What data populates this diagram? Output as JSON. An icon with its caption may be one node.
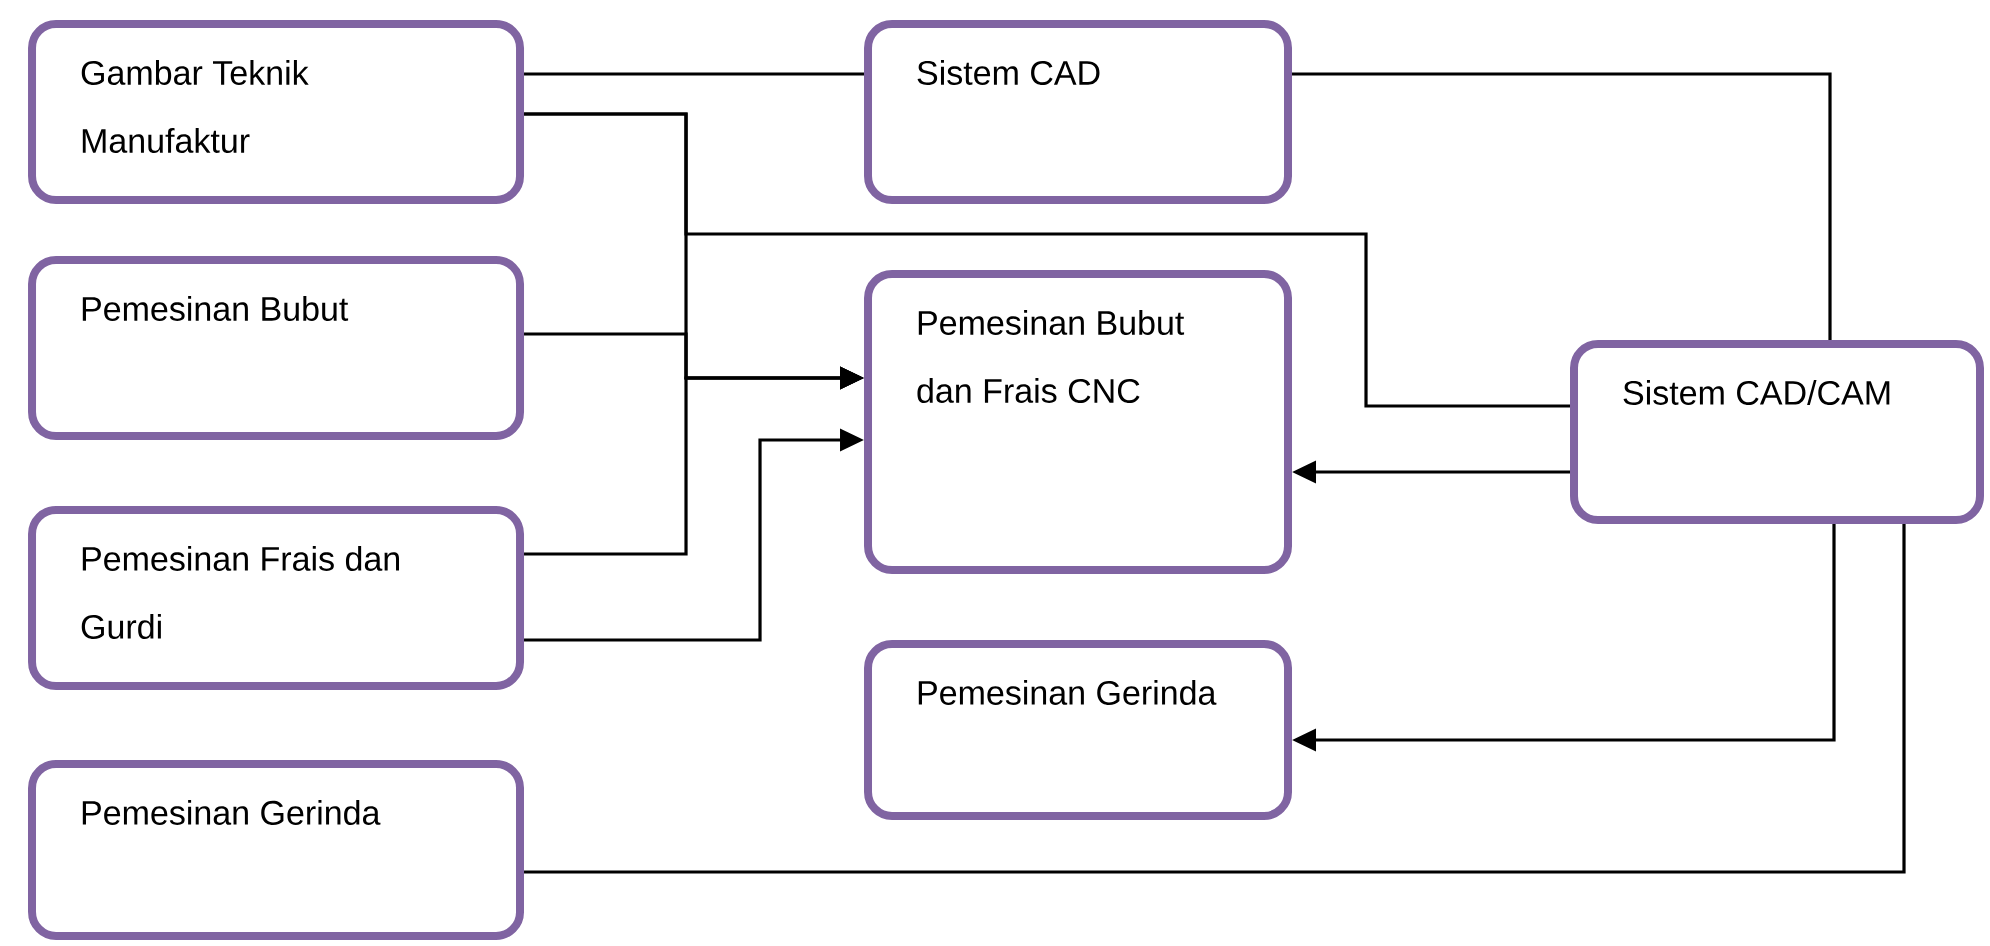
{
  "diagram": {
    "nodes": [
      {
        "text": [
          "Gambar Teknik Manufaktur"
        ]
      },
      {
        "text": [
          "Sistem CAD"
        ]
      },
      {
        "text": [
          "Pemesinan Bubut"
        ]
      },
      {
        "text": [
          "Pemesinan Bubut dan Frais CNC"
        ]
      },
      {
        "text": [
          "Sistem CAD/CAM"
        ]
      },
      {
        "text": [
          "Pemesinan Frais dan Gurdi"
        ]
      },
      {
        "text": [
          "Pemesinan Gerinda"
        ]
      },
      {
        "text": [
          "Pemesinan Gerinda"
        ]
      }
    ],
    "edges": [
      {
        "from": 0,
        "to": 1,
        "arrow": "none"
      },
      {
        "from": 0,
        "to": 3,
        "arrow": "to"
      },
      {
        "from": 2,
        "to": 3,
        "arrow": "to"
      },
      {
        "from": 5,
        "to": 3,
        "arrow": "to"
      },
      {
        "from": 5,
        "to": 3,
        "arrow": "to"
      },
      {
        "from": 1,
        "to": 4,
        "arrow": "none"
      },
      {
        "from": 4,
        "to": 3,
        "arrow": "to"
      },
      {
        "from": 4,
        "to": 6,
        "arrow": "to"
      },
      {
        "from": 4,
        "to": 7,
        "arrow": "none"
      },
      {
        "from": 0,
        "to": 4,
        "arrow": "none"
      }
    ]
  }
}
